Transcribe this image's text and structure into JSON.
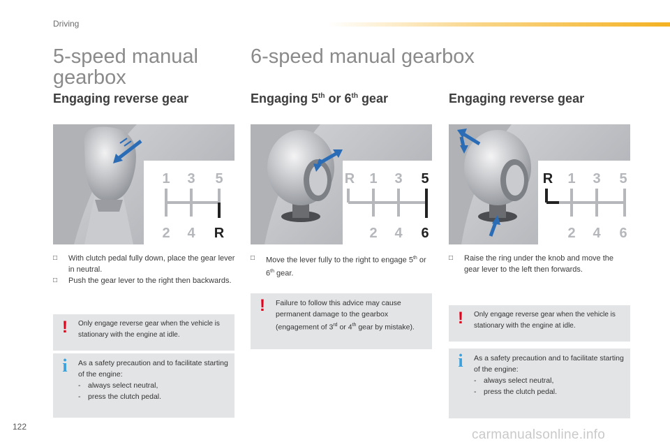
{
  "header": {
    "section": "Driving",
    "accent_color": "#f4b223"
  },
  "left": {
    "title_line1": "5-speed manual",
    "title_line2": "gearbox",
    "heading": "Engaging reverse gear",
    "gear_labels": {
      "top": [
        "1",
        "3",
        "5"
      ],
      "bottom": [
        "2",
        "4",
        "R"
      ]
    },
    "bullets": [
      "With clutch pedal fully down, place the gear lever in neutral.",
      "Push the gear lever to the right then backwards."
    ],
    "warning": "Only engage reverse gear when the vehicle is stationary with the engine at idle.",
    "info": {
      "intro": "As a safety precaution and to facilitate starting of the engine:",
      "items": [
        "always select neutral,",
        "press the clutch pedal."
      ]
    }
  },
  "middle": {
    "title": "6-speed manual gearbox",
    "heading": {
      "prefix": "Engaging 5",
      "sup1": "th",
      "mid": " or 6",
      "sup2": "th",
      "suffix": " gear"
    },
    "gear_labels": {
      "top": [
        "R",
        "1",
        "3",
        "5"
      ],
      "bottom": [
        "2",
        "4",
        "6"
      ]
    },
    "bullet": {
      "text1": "Move the lever fully to the right to engage 5",
      "sup1": "th",
      "text2": " or 6",
      "sup2": "th",
      "text3": " gear."
    },
    "warning": {
      "text1": "Failure to follow this advice may cause permanent damage to the gearbox (engagement of 3",
      "sup1": "rd",
      "text2": " or 4",
      "sup2": "th",
      "text3": " gear by mistake)."
    }
  },
  "right": {
    "heading": "Engaging reverse gear",
    "gear_labels": {
      "top": [
        "R",
        "1",
        "3",
        "5"
      ],
      "bottom": [
        "2",
        "4",
        "6"
      ]
    },
    "bullet": "Raise the ring under the knob and move the gear lever to the left then forwards.",
    "warning": "Only engage reverse gear when the vehicle is stationary with the engine at idle.",
    "info": {
      "intro": "As a safety precaution and to facilitate starting of the engine:",
      "items": [
        "always select neutral,",
        "press the clutch pedal."
      ]
    }
  },
  "icons": {
    "bullet": "square-bullet-icon",
    "warning": "exclamation-icon",
    "info": "info-icon"
  },
  "colors": {
    "warning": "#e2001a",
    "info": "#3aa0de",
    "arrow": "#2a6cb6",
    "note_bg": "#e3e4e6"
  },
  "footer": {
    "page_number": "122",
    "watermark": "carmanualsonline.info"
  }
}
